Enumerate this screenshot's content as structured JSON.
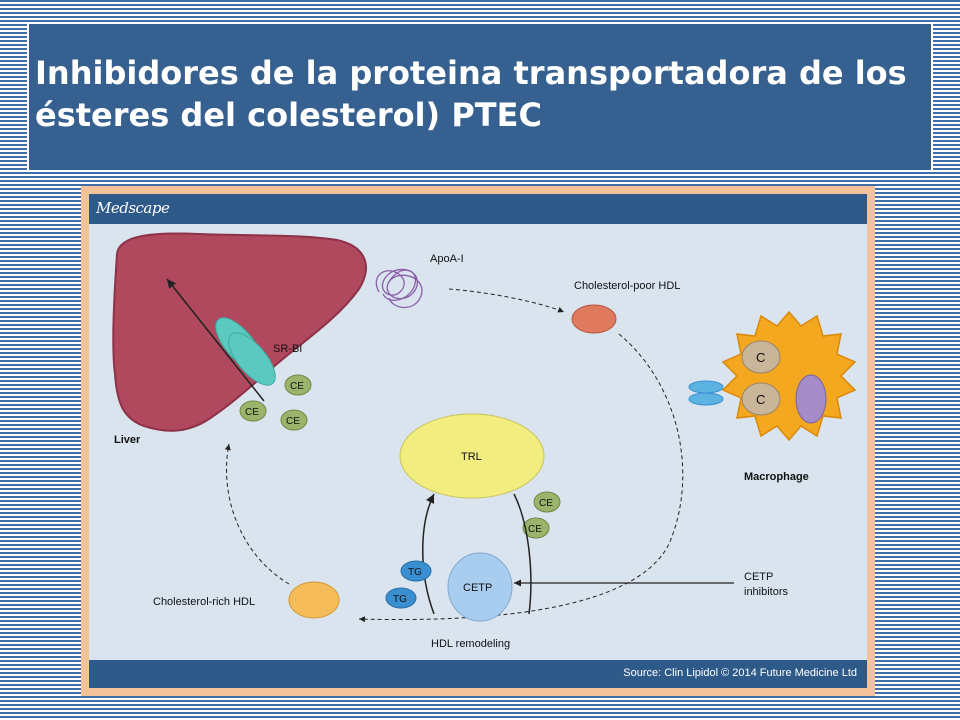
{
  "slide": {
    "title": "Inhibidores de la proteina transportadora de los ésteres del colesterol) PTEC"
  },
  "figure": {
    "brand": "Medscape",
    "source": "Source: Clin Lipidol © 2014 Future Medicine Ltd",
    "labels": {
      "liver": "Liver",
      "srbi": "SR-BI",
      "apoa1": "ApoA-I",
      "chol_poor_hdl": "Cholesterol-poor HDL",
      "macrophage": "Macrophage",
      "macro_c1": "C",
      "macro_c2": "C",
      "trl": "TRL",
      "cetp": "CETP",
      "cetp_inhibitors_line1": "CETP",
      "cetp_inhibitors_line2": "inhibitors",
      "hdl_remodeling": "HDL remodeling",
      "chol_rich_hdl": "Cholesterol-rich HDL",
      "ce_liver_1": "CE",
      "ce_liver_2": "CE",
      "ce_liver_3": "CE",
      "ce_trl_1": "CE",
      "ce_trl_2": "CE",
      "tg_1": "TG",
      "tg_2": "TG"
    },
    "colors": {
      "liver": "#b0485e",
      "srbi": "#5cc9c0",
      "apoa1": "#8a5fa8",
      "chol_poor_hdl": "#e07a5f",
      "macrophage": "#f4a81f",
      "macro_c": "#c9b59a",
      "macro_nucleus": "#a48cc9",
      "trl": "#f2ed7f",
      "cetp": "#a8cdee",
      "ce": "#9ab56b",
      "tg": "#3a8fd1",
      "chol_rich_hdl": "#f6bc5a"
    }
  }
}
